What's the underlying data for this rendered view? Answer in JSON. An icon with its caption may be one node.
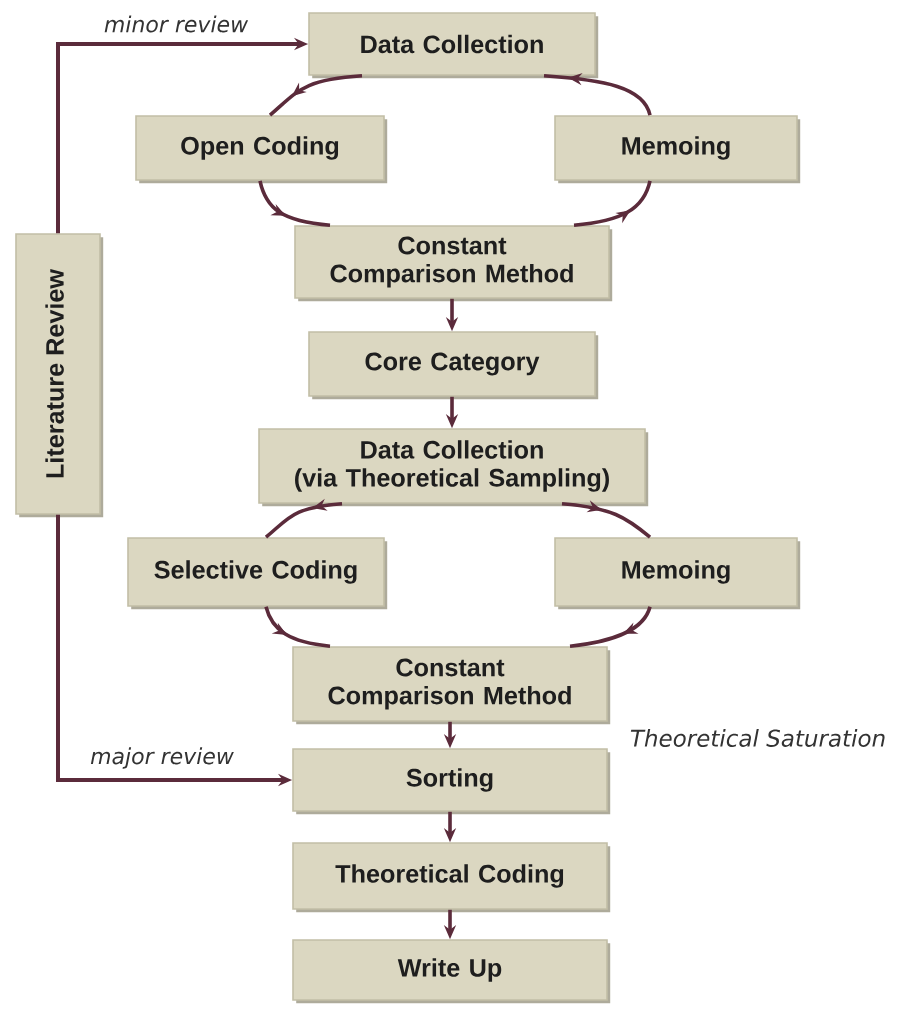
{
  "diagram": {
    "nodes": [
      {
        "text": [
          "Data Collection"
        ]
      },
      {
        "text": [
          "Open Coding"
        ]
      },
      {
        "text": [
          "Memoing"
        ]
      },
      {
        "text": [
          "Constant Comparison Method"
        ]
      },
      {
        "text": [
          "Core Category"
        ]
      },
      {
        "text": [
          "Data Collection",
          "(via Theoretical Sampling)"
        ]
      },
      {
        "text": [
          "Selective Coding"
        ]
      },
      {
        "text": [
          "Memoing"
        ]
      },
      {
        "text": [
          "Constant Comparison Method"
        ]
      },
      {
        "text": [
          "Sorting"
        ]
      },
      {
        "text": [
          "Theoretical Coding"
        ]
      },
      {
        "text": [
          "Write Up"
        ]
      },
      {
        "text": [
          "Literature Review"
        ]
      }
    ],
    "edges": [
      {
        "from": 0,
        "to": 1,
        "arrow": "to"
      },
      {
        "from": 1,
        "to": 3,
        "arrow": "to"
      },
      {
        "from": 3,
        "to": 2,
        "arrow": "to"
      },
      {
        "from": 2,
        "to": 0,
        "arrow": "to"
      },
      {
        "from": 3,
        "to": 4,
        "arrow": "to"
      },
      {
        "from": 4,
        "to": 5,
        "arrow": "to"
      },
      {
        "from": 5,
        "to": 6,
        "arrow": "to"
      },
      {
        "from": 5,
        "to": 7,
        "arrow": "to"
      },
      {
        "from": 6,
        "to": 8,
        "arrow": "to"
      },
      {
        "from": 7,
        "to": 8,
        "arrow": "to"
      },
      {
        "from": 8,
        "to": 9,
        "arrow": "to"
      },
      {
        "from": 9,
        "to": 10,
        "arrow": "to"
      },
      {
        "from": 10,
        "to": 11,
        "arrow": "to"
      },
      {
        "from": 12,
        "to": 0,
        "arrow": "to",
        "label": "minor review"
      },
      {
        "from": 12,
        "to": 9,
        "arrow": "to",
        "label": "major review"
      }
    ],
    "labels": [
      "Theoretical Saturation"
    ]
  }
}
